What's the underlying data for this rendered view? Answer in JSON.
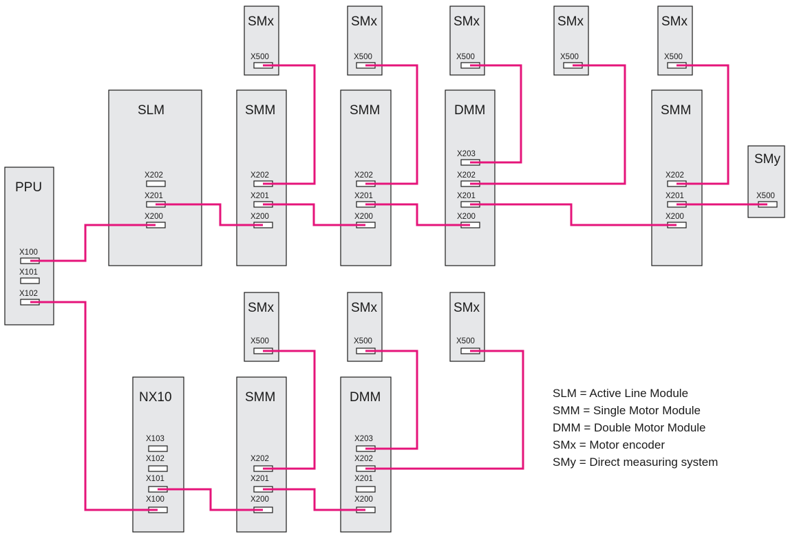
{
  "colors": {
    "wire": "#e5147a",
    "module_fill": "#e6e7e9",
    "port_fill": "#ffffff",
    "outline": "#1a1a1a"
  },
  "modules": {
    "ppu": {
      "title": "PPU",
      "ports": [
        "X100",
        "X101",
        "X102"
      ]
    },
    "slm": {
      "title": "SLM",
      "ports": [
        "X202",
        "X201",
        "X200"
      ]
    },
    "smm1": {
      "title": "SMM",
      "ports": [
        "X202",
        "X201",
        "X200"
      ]
    },
    "smm2": {
      "title": "SMM",
      "ports": [
        "X202",
        "X201",
        "X200"
      ]
    },
    "dmm1": {
      "title": "DMM",
      "ports": [
        "X203",
        "X202",
        "X201",
        "X200"
      ]
    },
    "smm3": {
      "title": "SMM",
      "ports": [
        "X202",
        "X201",
        "X200"
      ]
    },
    "smy": {
      "title": "SMy",
      "ports": [
        "X500"
      ]
    },
    "smx_top": [
      {
        "title": "SMx",
        "port": "X500"
      },
      {
        "title": "SMx",
        "port": "X500"
      },
      {
        "title": "SMx",
        "port": "X500"
      },
      {
        "title": "SMx",
        "port": "X500"
      },
      {
        "title": "SMx",
        "port": "X500"
      }
    ],
    "nx10": {
      "title": "NX10",
      "ports": [
        "X103",
        "X102",
        "X101",
        "X100"
      ]
    },
    "smm4": {
      "title": "SMM",
      "ports": [
        "X202",
        "X201",
        "X200"
      ]
    },
    "dmm2": {
      "title": "DMM",
      "ports": [
        "X203",
        "X202",
        "X201",
        "X200"
      ]
    },
    "smx_bottom": [
      {
        "title": "SMx",
        "port": "X500"
      },
      {
        "title": "SMx",
        "port": "X500"
      },
      {
        "title": "SMx",
        "port": "X500"
      }
    ]
  },
  "legend": [
    "SLM = Active Line Module",
    "SMM = Single Motor Module",
    "DMM = Double Motor Module",
    "SMx = Motor encoder",
    "SMy = Direct measuring system"
  ]
}
